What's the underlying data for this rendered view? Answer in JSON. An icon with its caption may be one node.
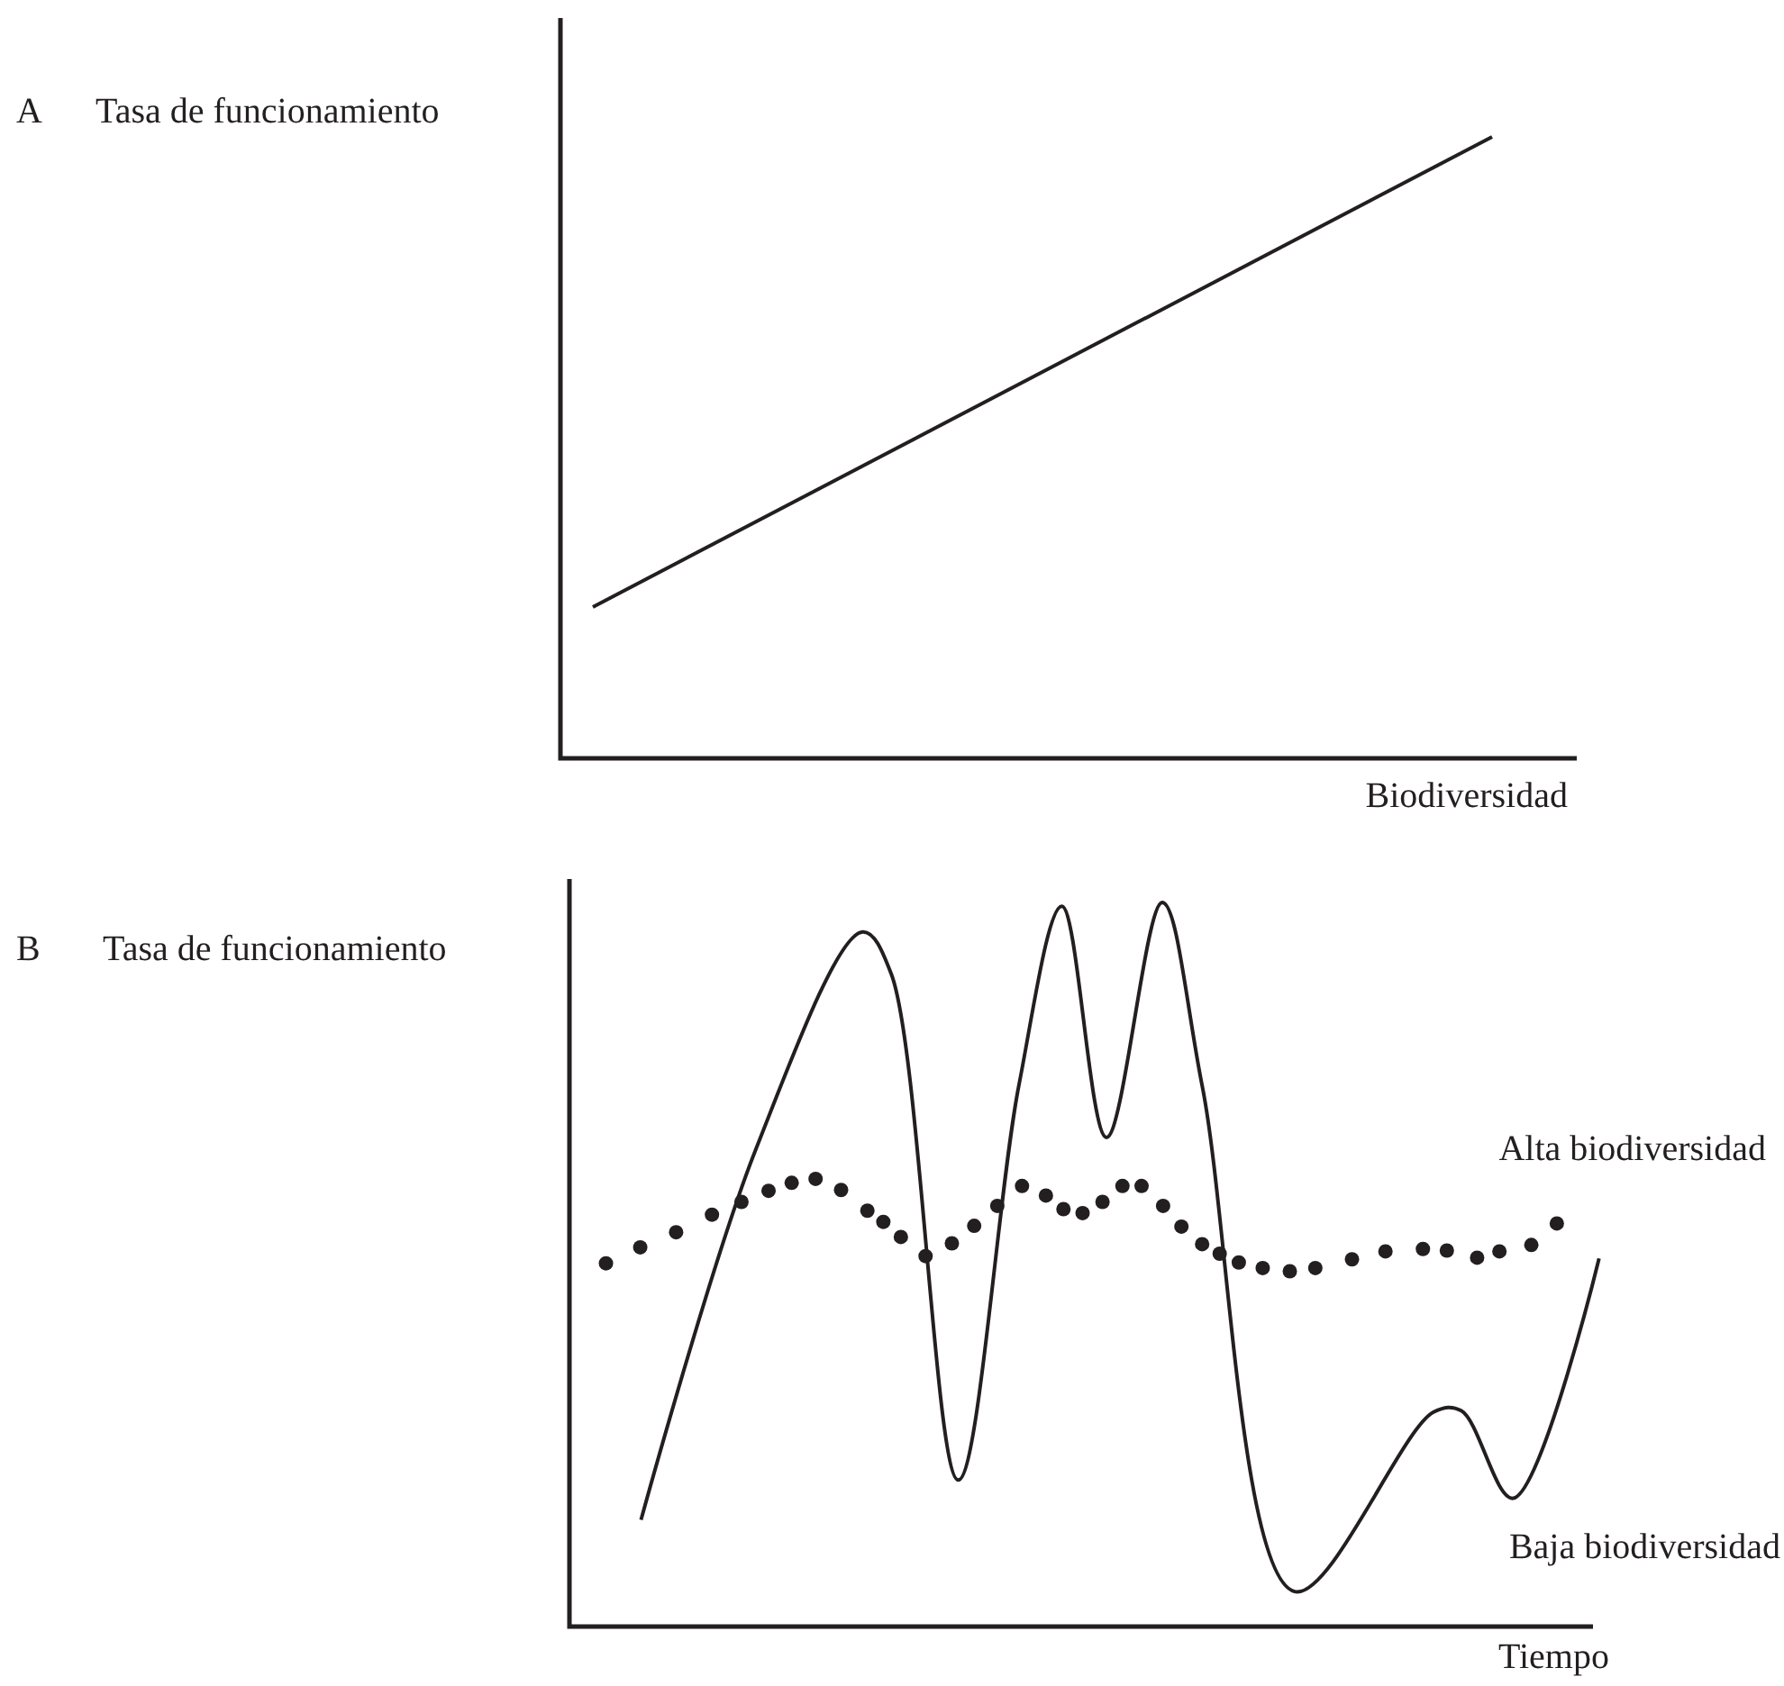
{
  "diagram": {
    "labels": [
      "A",
      "Tasa de funcionamiento",
      "Biodiversidad",
      "B",
      "Tasa de funcionamiento",
      "Alta biodiversidad",
      "Baja biodiversidad",
      "Tiempo"
    ]
  }
}
